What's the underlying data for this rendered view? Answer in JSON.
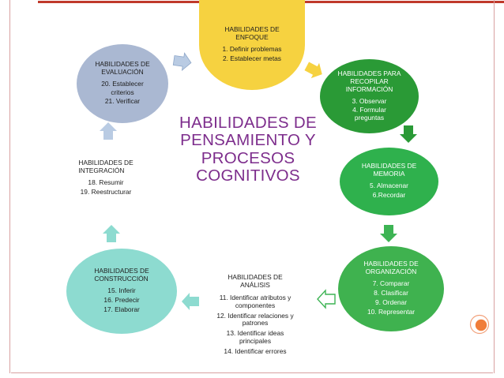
{
  "title": "HABILIDADES DE PENSAMIENTO Y PROCESOS COGNITIVOS",
  "title_lines": [
    "HABILIDADES DE",
    "PENSAMIENTO Y",
    "PROCESOS",
    "COGNITIVOS"
  ],
  "colors": {
    "enfoque": "#f6d240",
    "recopilar": "#2a9a36",
    "memoria": "#2fb14d",
    "organizacion": "#3fb24f",
    "analisis": "#ffffff",
    "construccion": "#8ddbd0",
    "integracion": "#ffffff",
    "evaluacion": "#aab8d2",
    "arrow": "#b9cbe3",
    "arrow_green": "#3db454",
    "title": "#7d2d8c"
  },
  "nodes": {
    "enfoque": {
      "heading": [
        "HABILIDADES DE",
        "ENFOQUE"
      ],
      "items": [
        "1. Definir problemas",
        "2. Establecer metas"
      ]
    },
    "recopilar": {
      "heading": [
        "HABILIDADES PARA",
        "RECOPILAR",
        "INFORMACIÓN"
      ],
      "items": [
        "3. Observar",
        "4. Formular",
        "preguntas"
      ]
    },
    "memoria": {
      "heading": [
        "HABILIDADES DE",
        "MEMORIA"
      ],
      "items": [
        "5. Almacenar",
        "6.Recordar"
      ]
    },
    "organizacion": {
      "heading": [
        "HABILIDADES DE",
        "ORGANIZACIÓN"
      ],
      "items": [
        "7. Comparar",
        "8. Clasificar",
        "9. Ordenar",
        "10. Representar"
      ]
    },
    "analisis": {
      "heading": [
        "HABILIDADES DE",
        "ANÁLISIS"
      ],
      "items": [
        "11. Identificar atributos y",
        "componentes",
        "12. Identificar relaciones y",
        "patrones",
        "13. Identificar ideas",
        "principales",
        "14. Identificar errores"
      ]
    },
    "construccion": {
      "heading": [
        "HABILIDADES DE",
        "CONSTRUCCIÓN"
      ],
      "items": [
        "15. Inferir",
        "16. Predecir",
        "17. Elaborar"
      ]
    },
    "integracion": {
      "heading": [
        "HABILIDADES DE",
        "INTEGRACIÓN"
      ],
      "items": [
        "18. Resumir",
        "19. Reestructurar"
      ]
    },
    "evaluacion": {
      "heading": [
        "HABILIDADES DE",
        "EVALUACIÓN"
      ],
      "items": [
        "20. Establecer",
        "criterios",
        "21. Verificar"
      ]
    }
  }
}
